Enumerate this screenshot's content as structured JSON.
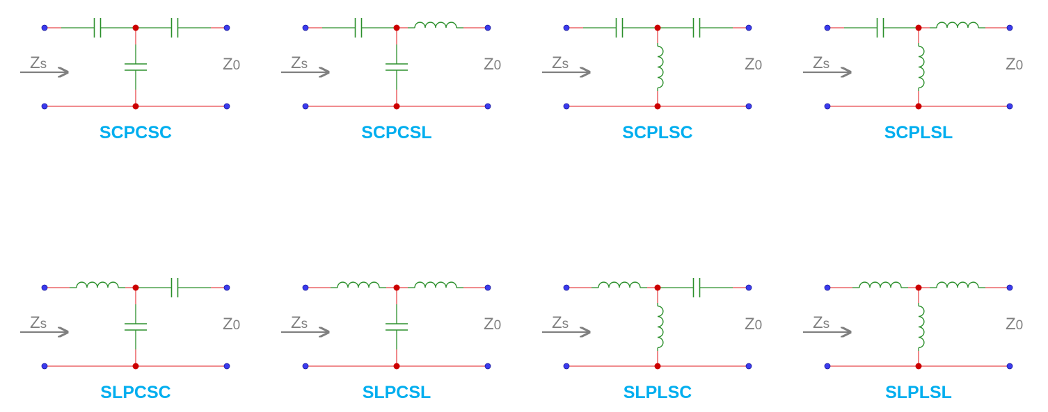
{
  "colors": {
    "wire": "#e8474a",
    "component": "#2b8f2b",
    "node": "#cc0000",
    "terminal": "#3b3bee",
    "terminal_stroke": "#1a1a9a",
    "label": "#7f7f7f",
    "title": "#00aeef"
  },
  "labels": {
    "source_main": "Z",
    "source_sub": "s",
    "load_main": "Z",
    "load_sub": "0"
  },
  "circuits": [
    {
      "name": "SCPCSC",
      "series_in": "capacitor",
      "shunt": "capacitor",
      "series_out": "capacitor"
    },
    {
      "name": "SCPCSL",
      "series_in": "capacitor",
      "shunt": "capacitor",
      "series_out": "inductor"
    },
    {
      "name": "SCPLSC",
      "series_in": "capacitor",
      "shunt": "inductor",
      "series_out": "capacitor"
    },
    {
      "name": "SCPLSL",
      "series_in": "capacitor",
      "shunt": "inductor",
      "series_out": "inductor"
    },
    {
      "name": "SLPCSC",
      "series_in": "inductor",
      "shunt": "capacitor",
      "series_out": "capacitor"
    },
    {
      "name": "SLPCSL",
      "series_in": "inductor",
      "shunt": "capacitor",
      "series_out": "inductor"
    },
    {
      "name": "SLPLSC",
      "series_in": "inductor",
      "shunt": "inductor",
      "series_out": "capacitor"
    },
    {
      "name": "SLPLSL",
      "series_in": "inductor",
      "shunt": "inductor",
      "series_out": "inductor"
    }
  ]
}
